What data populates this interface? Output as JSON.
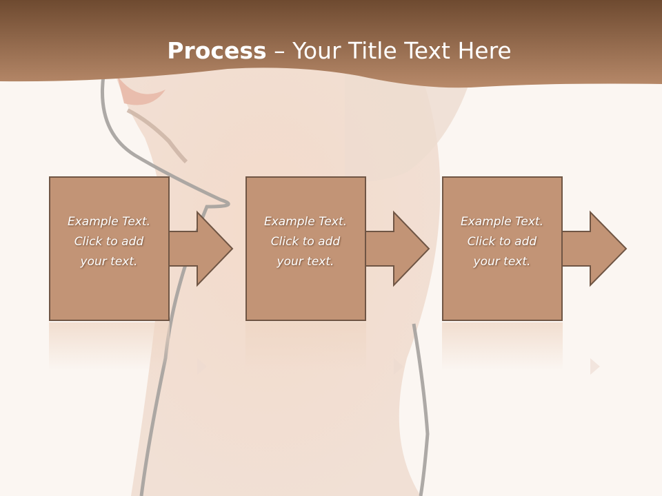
{
  "title": {
    "bold": "Process",
    "rest": " – Your Title Text Here"
  },
  "steps": [
    {
      "line1": "Example Text.",
      "line2": "Click  to add",
      "line3": "your text."
    },
    {
      "line1": "Example Text.",
      "line2": "Click  to add",
      "line3": "your text."
    },
    {
      "line1": "Example Text.",
      "line2": "Click  to add",
      "line3": "your text."
    }
  ],
  "colors": {
    "header_dark": "#6e4a30",
    "header_light": "#b88a6a",
    "step_fill": "#c29476",
    "step_border": "#6f5544",
    "background": "#fbf6f2"
  }
}
